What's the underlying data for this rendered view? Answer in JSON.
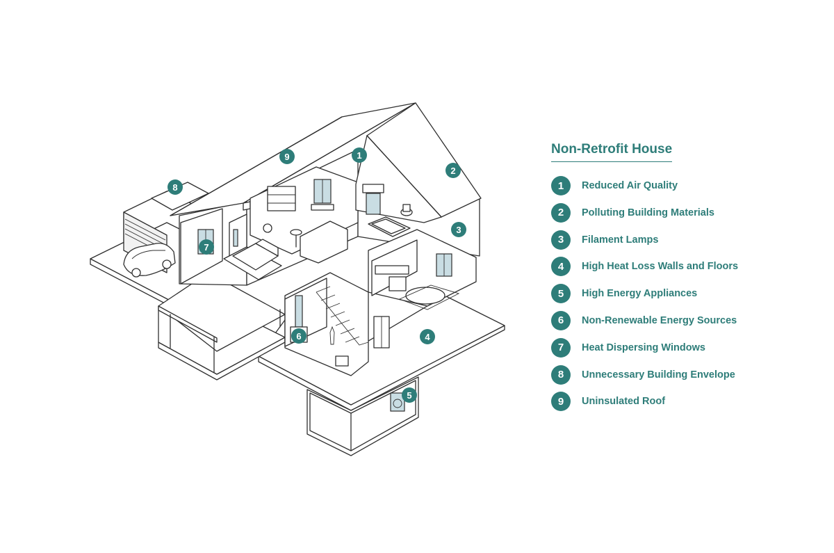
{
  "legend": {
    "title": "Non-Retrofit House",
    "items": [
      {
        "num": "1",
        "label": "Reduced Air Quality"
      },
      {
        "num": "2",
        "label": "Polluting Building Materials"
      },
      {
        "num": "3",
        "label": "Filament Lamps"
      },
      {
        "num": "4",
        "label": "High Heat Loss Walls and Floors"
      },
      {
        "num": "5",
        "label": "High Energy Appliances"
      },
      {
        "num": "6",
        "label": "Non-Renewable Energy Sources"
      },
      {
        "num": "7",
        "label": "Heat Dispersing Windows"
      },
      {
        "num": "8",
        "label": "Unnecessary Building Envelope"
      },
      {
        "num": "9",
        "label": "Uninsulated Roof"
      }
    ]
  },
  "markers": [
    "1",
    "2",
    "3",
    "4",
    "5",
    "6",
    "7",
    "8",
    "9"
  ],
  "colors": {
    "accent": "#2e7d79",
    "glass": "#c9dde3",
    "line": "#2f2f2f"
  }
}
